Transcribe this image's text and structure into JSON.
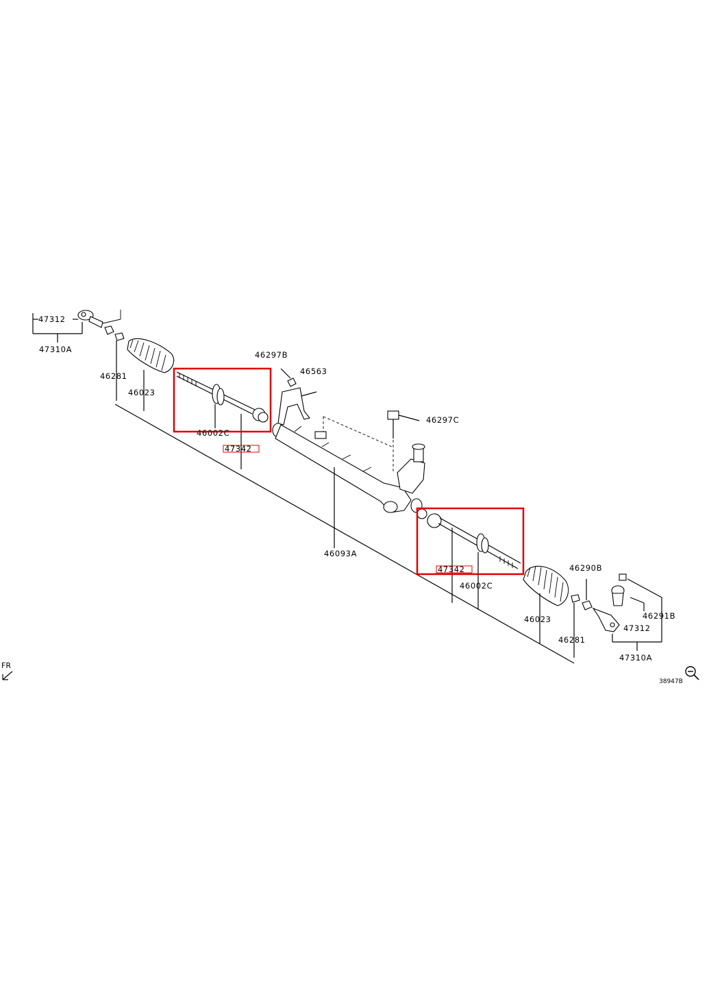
{
  "colors": {
    "highlight": "#e00000",
    "line": "#000000",
    "background": "#ffffff"
  },
  "icons": {
    "zoom": "zoom-out-icon",
    "direction": "front-arrow-icon"
  },
  "labels": {
    "tie_rod_end_left": "47312",
    "tie_rod_end_assy_left": "47310A",
    "nut_left": "46281",
    "boot_left": "46023",
    "bolt_top": "46297B",
    "bracket": "46563",
    "bolt_mid": "46297C",
    "inner_rod_left": "46002C",
    "inner_rod_ring_left": "47342",
    "gear_assy": "46093A",
    "inner_rod_ring_right": "47342",
    "inner_rod_right": "46002C",
    "nut_right_upper": "46290B",
    "boot_right": "46023",
    "nut_right": "46281",
    "grease_nipple": "46291B",
    "tie_rod_end_right": "47312",
    "tie_rod_end_assy_right": "47310A",
    "front": "FR",
    "diagram_code": "38947B"
  }
}
